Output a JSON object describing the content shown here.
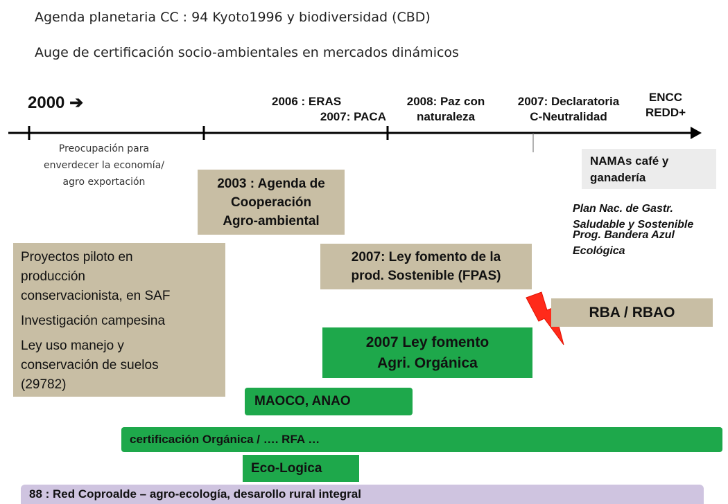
{
  "header": {
    "line1": "Agenda planetaria CC : 94 Kyoto1996 y biodiversidad (CBD)",
    "line2": "Auge de certificación socio-ambientales en mercados dinámicos"
  },
  "timeline": {
    "start_label": "2000",
    "start_arrow": "➔",
    "milestones": [
      {
        "line1": "2006 : ERAS",
        "line2": "2007: PACA"
      },
      {
        "line1": "2008: Paz con",
        "line2": "naturaleza"
      },
      {
        "line1": "2007: Declaratoria",
        "line2": "C-Neutralidad"
      },
      {
        "line1": "ENCC",
        "line2": "REDD+"
      }
    ],
    "note_lines": [
      "Preocupación para",
      "enverdecer la economía/",
      "agro exportación"
    ]
  },
  "boxes": {
    "namas": [
      "NAMAs café y",
      "ganadería"
    ],
    "agenda_2003": [
      "2003 : Agenda de",
      "Cooperación",
      "Agro-ambiental"
    ],
    "plan_nac": [
      "Plan Nac. de Gastr.",
      "Saludable y Sostenible",
      "Prog. Bandera Azul",
      "Ecológica"
    ],
    "proyectos": {
      "item1": [
        "Proyectos piloto en",
        "producción",
        "conservacionista, en SAF"
      ],
      "item2": "Investigación campesina",
      "item3": [
        "Ley uso manejo  y",
        "conservación de suelos",
        "(29782)"
      ]
    },
    "ley_fpas": [
      "2007: Ley fomento de la",
      "prod. Sostenible (FPAS)"
    ],
    "rba": "RBA / RBAO",
    "ley_organica": [
      "2007 Ley fomento",
      "Agri. Orgánica"
    ],
    "maoco": "MAOCO, ANAO",
    "certificacion": "certificación Orgánica / …. RFA …",
    "ecologica": "Eco-Logica",
    "coproalde": "88 : Red Coproalde – agro-ecología, desarollo rural integral"
  },
  "colors": {
    "tan": "#c8bea4",
    "green": "#1ea84b",
    "gray": "#ececec",
    "purple": "#cfc4e0",
    "lightning": "#ff2a1a"
  },
  "icons": {
    "lightning": "lightning-bolt-icon"
  }
}
